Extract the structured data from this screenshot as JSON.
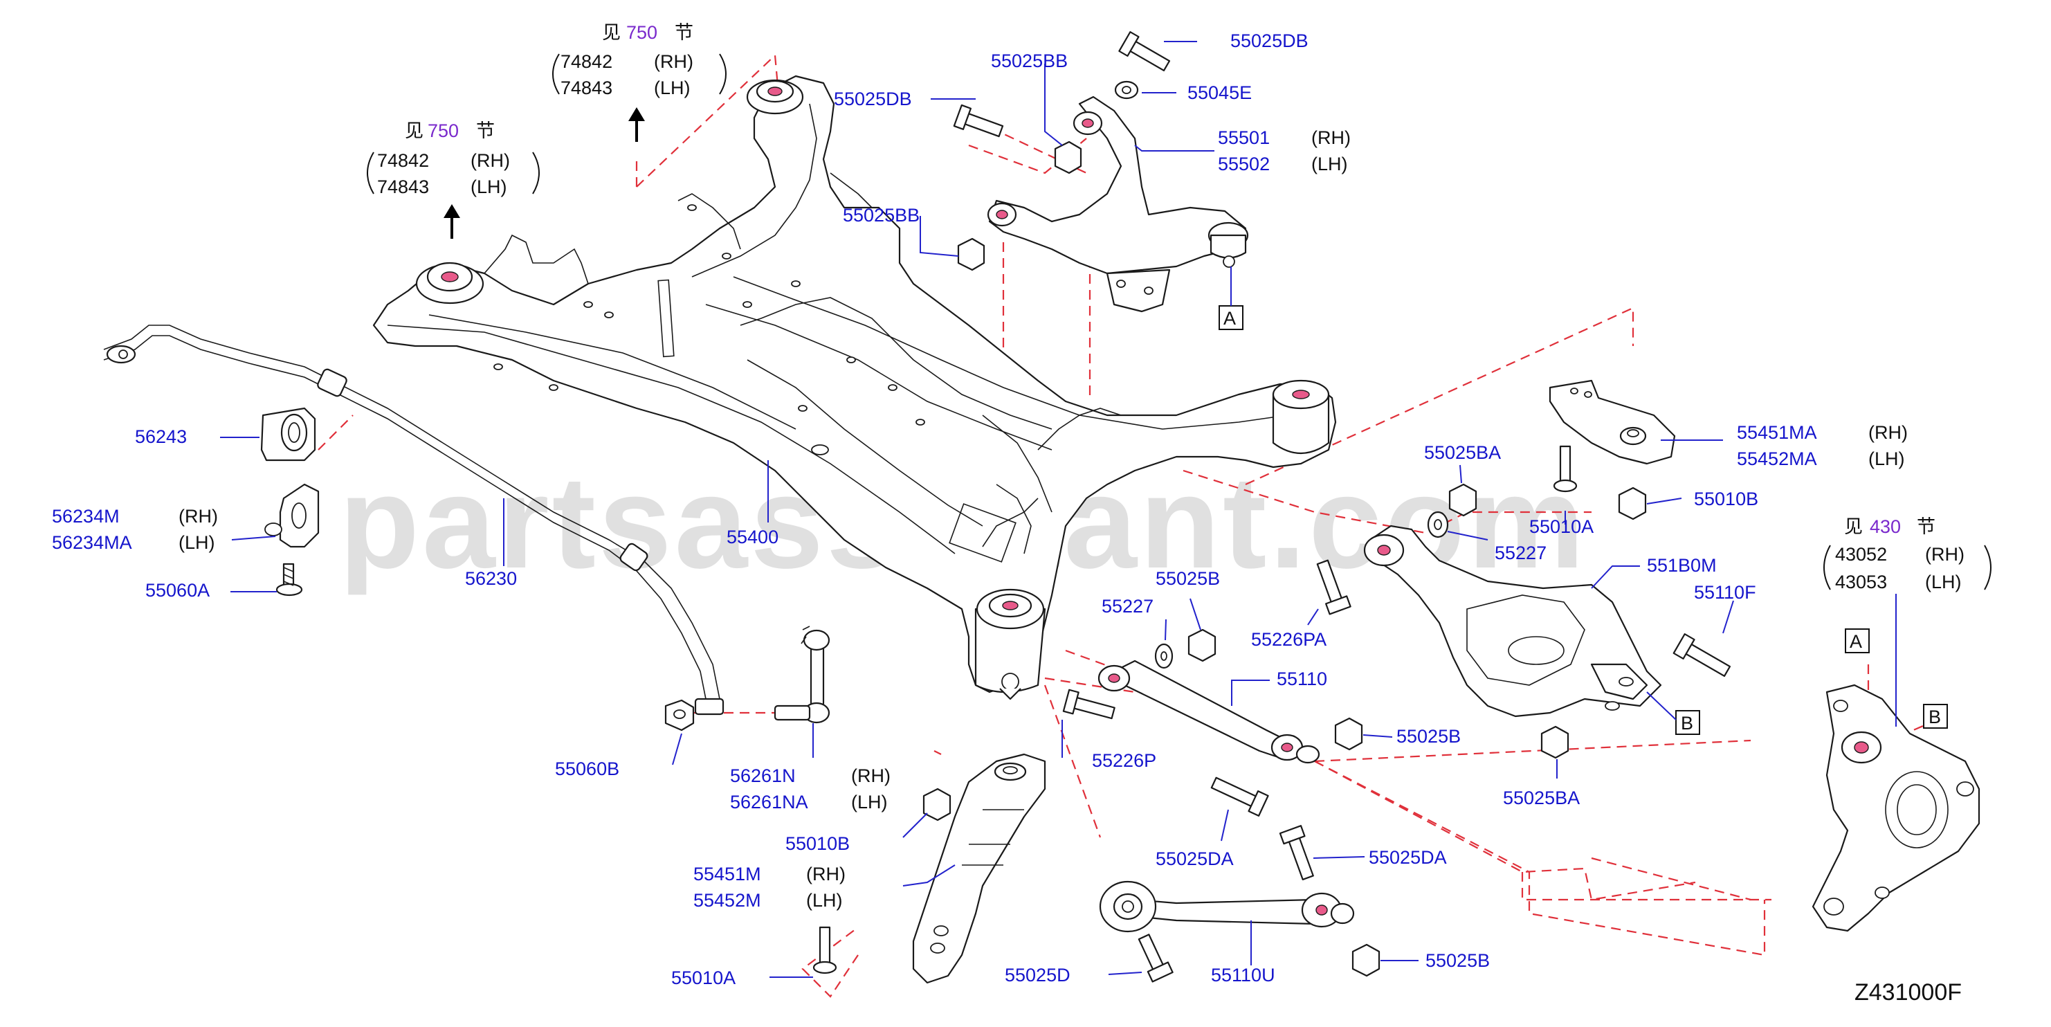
{
  "watermark": "partsassistant.com",
  "drawing_code": "Z431000F",
  "section_refs": [
    {
      "prefix": "见",
      "num": "750",
      "suffix": "节",
      "rows": [
        [
          "74842",
          "(RH)"
        ],
        [
          "74843",
          "(LH)"
        ]
      ]
    },
    {
      "prefix": "见",
      "num": "750",
      "suffix": "节",
      "rows": [
        [
          "74842",
          "(RH)"
        ],
        [
          "74843",
          "(LH)"
        ]
      ]
    },
    {
      "prefix": "见",
      "num": "430",
      "suffix": "节",
      "rows": [
        [
          "43052",
          "(RH)"
        ],
        [
          "43053",
          "(LH)"
        ]
      ]
    }
  ],
  "callouts": {
    "p55025DB_a": "55025DB",
    "p55025BB_a": "55025BB",
    "p55025DB_b": "55025DB",
    "p55045E": "55045E",
    "p55501": [
      "55501",
      "(RH)"
    ],
    "p55502": [
      "55502",
      "(LH)"
    ],
    "p55025BB_b": "55025BB",
    "p56243": "56243",
    "p56234M": [
      "56234M",
      "(RH)"
    ],
    "p56234MA": [
      "56234MA",
      "(LH)"
    ],
    "p55060A": "55060A",
    "p56230": "56230",
    "p55400": "55400",
    "p55451MA": [
      "55451MA",
      "(RH)"
    ],
    "p55452MA": [
      "55452MA",
      "(LH)"
    ],
    "p55025BA_a": "55025BA",
    "p55010B_a": "55010B",
    "p55010A_a": "55010A",
    "p55227_a": "55227",
    "p551B0M": "551B0M",
    "p55025B_a": "55025B",
    "p55227_b": "55227",
    "p55226PA": "55226PA",
    "p55110F": "55110F",
    "p55110": "55110",
    "p55060B": "55060B",
    "p56261N": [
      "56261N",
      "(RH)"
    ],
    "p56261NA": [
      "56261NA",
      "(LH)"
    ],
    "p55226P": "55226P",
    "p55025B_b": "55025B",
    "p55025BA_b": "55025BA",
    "p55010B_b": "55010B",
    "p55451M": [
      "55451M",
      "(RH)"
    ],
    "p55452M": [
      "55452M",
      "(LH)"
    ],
    "p55025DA_a": "55025DA",
    "p55025DA_b": "55025DA",
    "p55010A_b": "55010A",
    "p55025D": "55025D",
    "p55110U": "55110U",
    "p55025B_c": "55025B"
  },
  "ref_boxes": {
    "A1": "A",
    "B1": "B",
    "A2": "A",
    "B2": "B"
  },
  "colors": {
    "callout": "#1515cc",
    "section_number": "#7a2acc",
    "hidden_line": "#e0303a"
  }
}
